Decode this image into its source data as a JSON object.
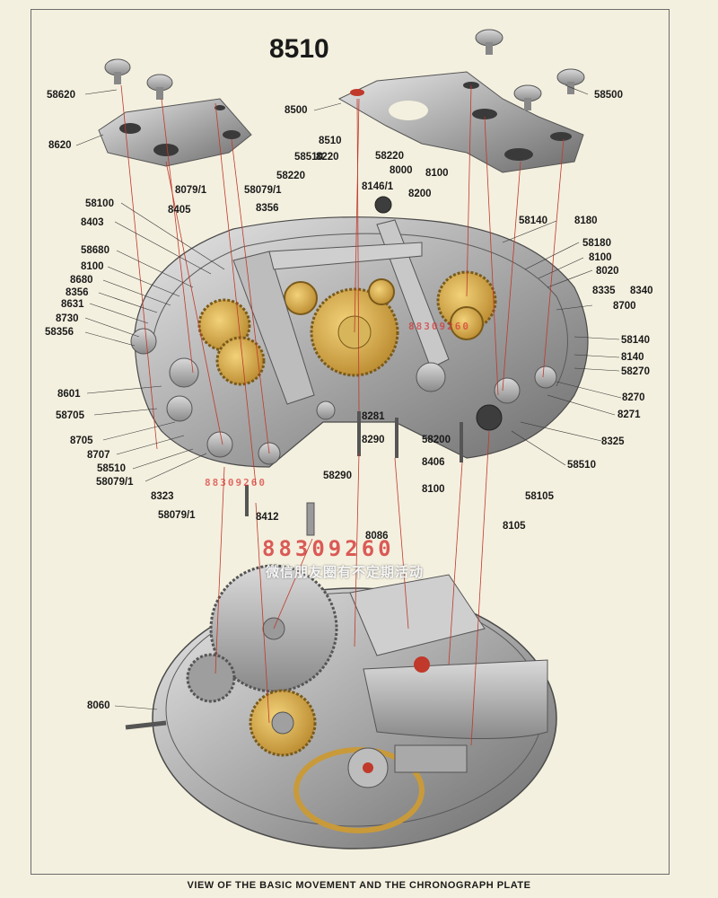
{
  "title": "8510",
  "caption": "VIEW OF THE BASIC MOVEMENT AND THE CHRONOGRAPH PLATE",
  "watermark": {
    "number": "88309260",
    "text": "微信朋友圈有不定期活动"
  },
  "labels": [
    "58620",
    "8620",
    "8510",
    "8500",
    "58500",
    "58510",
    "58220",
    "8220",
    "8000",
    "8100",
    "8146/1",
    "8200",
    "58220",
    "8079/1",
    "58079/1",
    "8405",
    "8356",
    "58100",
    "8403",
    "58680",
    "8100",
    "8680",
    "8356",
    "8631",
    "8730",
    "58356",
    "58140",
    "8180",
    "58180",
    "8100",
    "8020",
    "8335",
    "8340",
    "8700",
    "58140",
    "8140",
    "58270",
    "8601",
    "8270",
    "58705",
    "8271",
    "8281",
    "8705",
    "8290",
    "58200",
    "8325",
    "8707",
    "58510",
    "8406",
    "58510",
    "58079/1",
    "58290",
    "8100",
    "8323",
    "58105",
    "58079/1",
    "8412",
    "8105",
    "8086",
    "8060"
  ]
}
